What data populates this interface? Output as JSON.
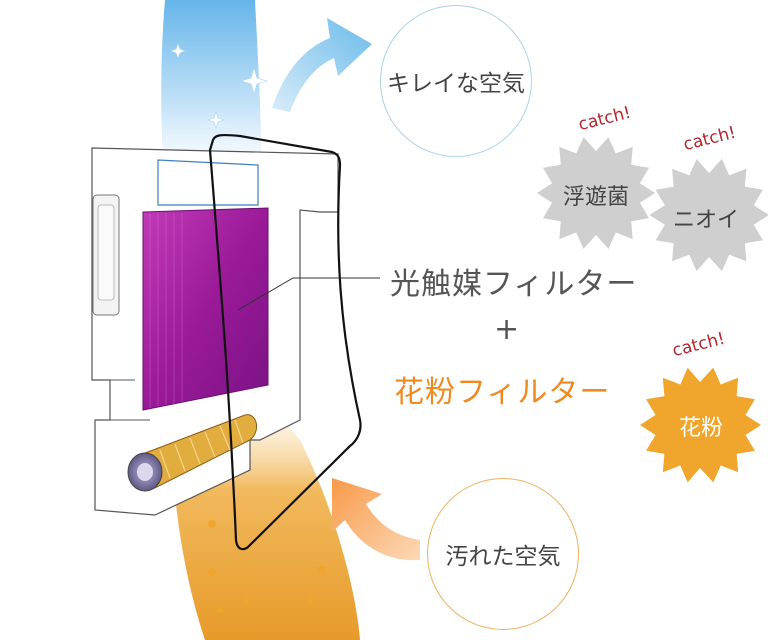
{
  "labels": {
    "clean_air": "キレイな空気",
    "dirty_air": "汚れた空気",
    "photocatalyst_filter": "光触媒フィルター",
    "plus": "+",
    "pollen_filter": "花粉フィルター"
  },
  "badges": [
    {
      "catch": "catch!",
      "label": "浮遊菌",
      "color": "#cfcfcf",
      "text_color": "#444444"
    },
    {
      "catch": "catch!",
      "label": "ニオイ",
      "color": "#cfcfcf",
      "text_color": "#444444"
    },
    {
      "catch": "catch!",
      "label": "花粉",
      "color": "#f0a52c",
      "text_color": "#ffffff"
    }
  ],
  "colors": {
    "clean_air": "#5ab4e8",
    "dirty_air": "#e89a1e",
    "photocatalyst_filter": "#9a1a98",
    "pollen_filter_text": "#ef8a22",
    "catch_text": "#b3262e",
    "label_text": "#555555"
  }
}
